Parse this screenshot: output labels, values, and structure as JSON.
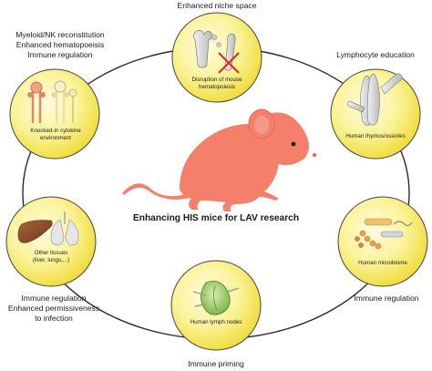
{
  "title": "Enhancing HIS mice for LAV research",
  "nodes": {
    "top": {
      "outer": "Enhanced niche space",
      "inner": [
        "Disruption of mouse",
        "hematopoiesis"
      ]
    },
    "top_left": {
      "outer": [
        "Myeloid/NK reconstitution",
        "Enhanced hematopoeisis",
        "Immune regulation"
      ],
      "inner": [
        "Knocked-in cytokine",
        "environment"
      ]
    },
    "top_right": {
      "outer": "Lymphocyte education",
      "inner": "Human thymus/ossicles"
    },
    "bottom_left": {
      "outer": [
        "Immune regulation",
        "Enhanced permissiveness",
        "to infection"
      ],
      "inner": [
        "Other tissues",
        "(liver, lungs,...)"
      ]
    },
    "bottom_right": {
      "outer": "Immune regulation",
      "inner": "Human microbiome"
    },
    "bottom": {
      "outer": "Immune priming",
      "inner": "Human lymph nodes"
    }
  },
  "colors": {
    "circle_fill": "#f5e84a",
    "mouse": "#f47f6b",
    "ring": "#222222",
    "x_mark": "#e0261e"
  }
}
